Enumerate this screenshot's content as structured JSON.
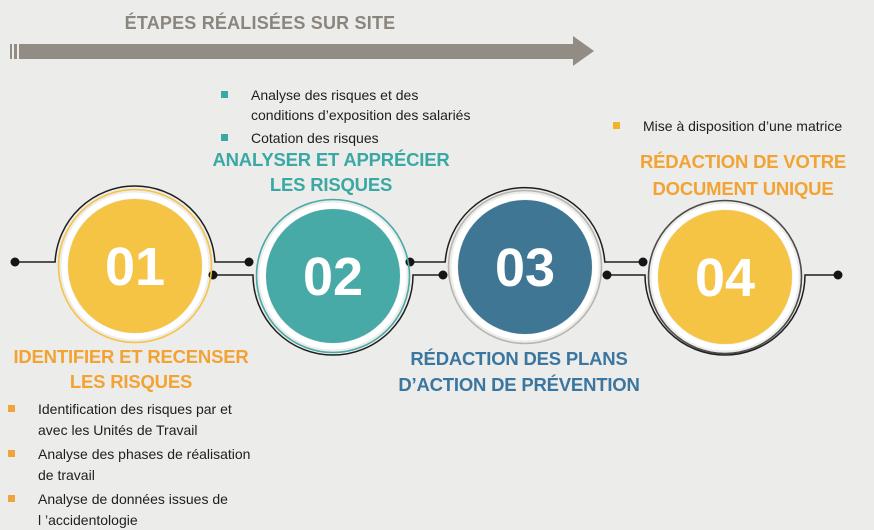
{
  "title": "ÉTAPES RÉALISÉES SUR SITE",
  "steps": [
    {
      "number": "01",
      "heading_lines": [
        "IDENTIFIER ET RECENSER",
        "LES RISQUES"
      ],
      "bullets": [
        {
          "lines": [
            "Identification des risques par et",
            "avec les Unités de Travail"
          ]
        },
        {
          "lines": [
            "Analyse des phases de réalisation",
            "de travail"
          ]
        },
        {
          "lines": [
            "Analyse de données issues de",
            "l ’accidentologie"
          ]
        }
      ]
    },
    {
      "number": "02",
      "heading_lines": [
        "ANALYSER ET APPRÉCIER",
        "LES RISQUES"
      ],
      "bullets": [
        {
          "lines": [
            "Analyse des risques et des",
            "conditions d’exposition des salariés"
          ]
        },
        {
          "lines": [
            "Cotation des risques"
          ]
        }
      ]
    },
    {
      "number": "03",
      "heading_lines": [
        "RÉDACTION DES PLANS",
        "D’ACTION DE PRÉVENTION"
      ],
      "bullets": []
    },
    {
      "number": "04",
      "heading_lines": [
        "RÉDACTION DE VOTRE",
        "DOCUMENT UNIQUE"
      ],
      "bullets": [
        {
          "lines": [
            "Mise à disposition d’une matrice"
          ]
        }
      ]
    }
  ],
  "colors": {
    "background": "#ececea",
    "arrow_gray": "#918d85",
    "title_gray": "#8a867e",
    "circle_yellow": "#f6c445",
    "heading_orange": "#f2a333",
    "circle_teal": "#48aaa7",
    "heading_teal": "#3aa8a5",
    "circle_steel_blue": "#3e7693",
    "heading_blue": "#3a76a0",
    "timeline_black": "#1f1f1f",
    "ring_gray_light": "#b9b5ae",
    "ring_gray_dark": "#4b4b4b",
    "body_text": "#1e1e1e"
  }
}
